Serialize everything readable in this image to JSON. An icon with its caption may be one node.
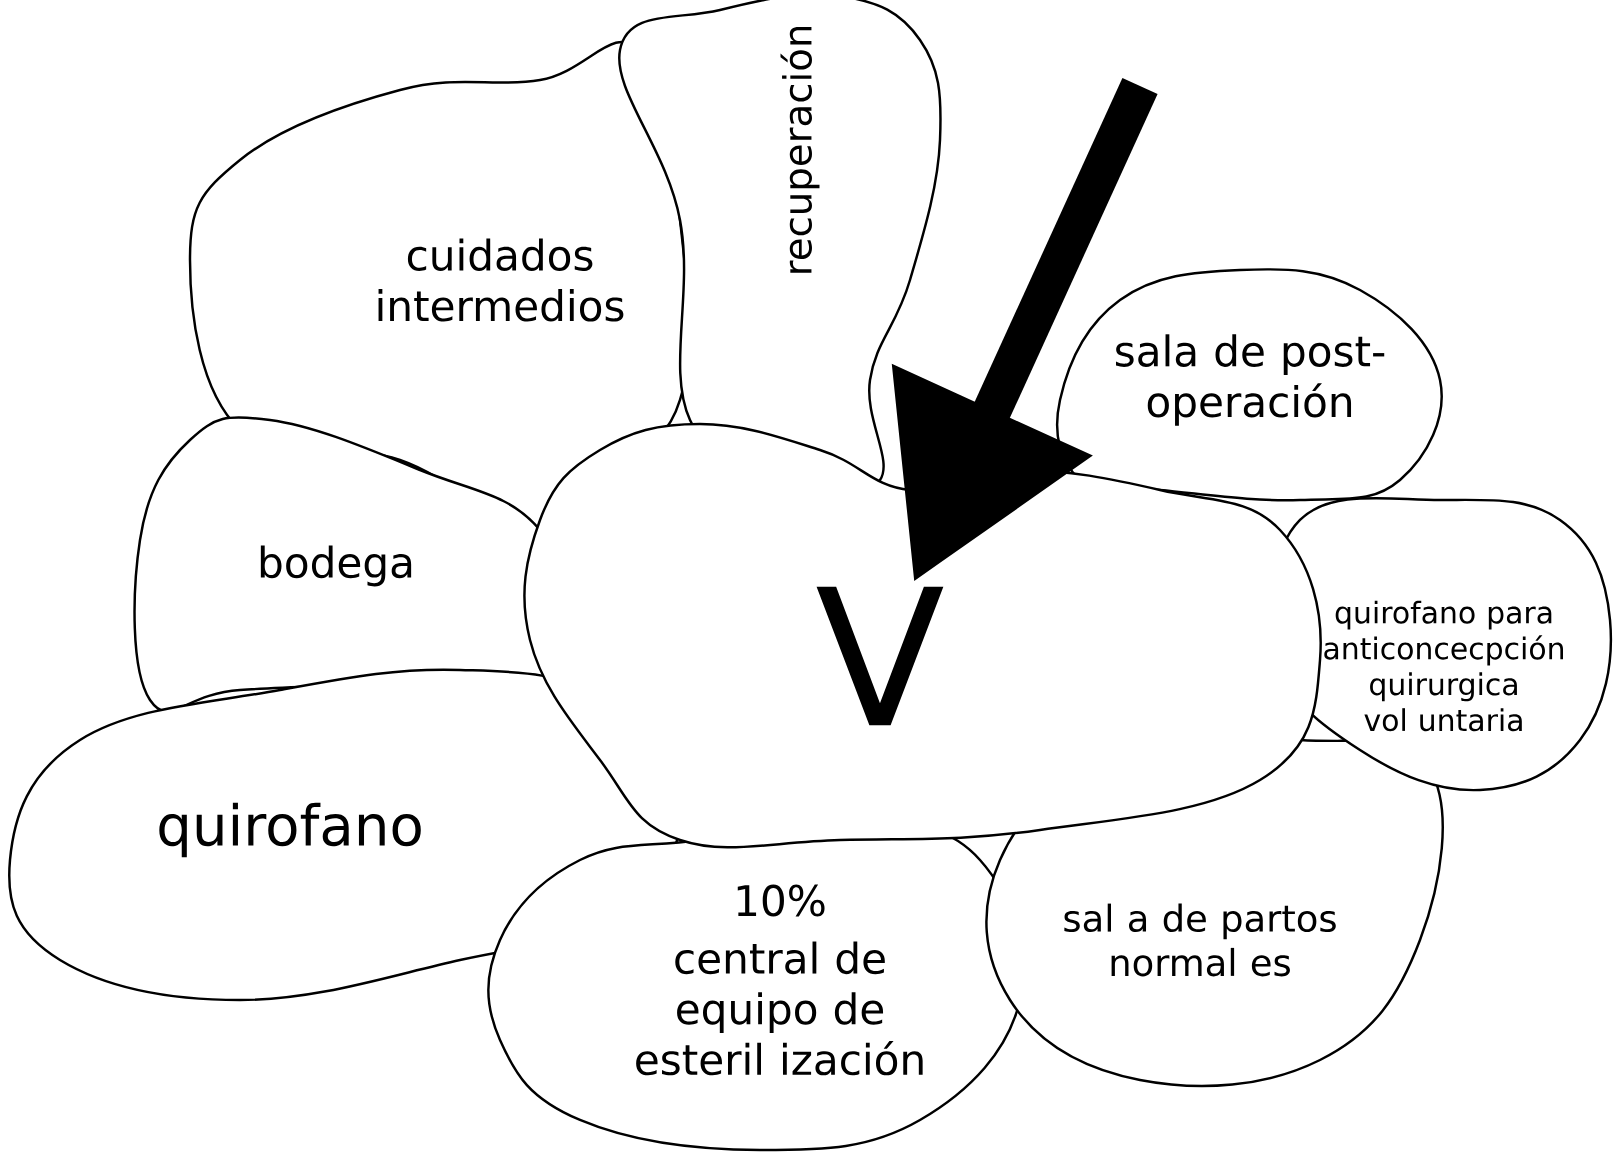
{
  "diagram": {
    "nodes": [
      {
        "text": [
          "cuidados intermedios"
        ]
      },
      {
        "text": [
          "recuperación"
        ]
      },
      {
        "text": [
          "sala de post-operación"
        ]
      },
      {
        "text": [
          "bodega"
        ]
      },
      {
        "text": [
          "V"
        ]
      },
      {
        "text": [
          "quirofano para anticoncecpción quirurgica vol untaria"
        ]
      },
      {
        "text": [
          "quirofano"
        ]
      },
      {
        "text": [
          "10%",
          "central de equipo de esteril ización"
        ]
      },
      {
        "text": [
          "sal a de partos normal es"
        ]
      }
    ],
    "edges": [
      {
        "from": null,
        "to": 4,
        "arrow": "to"
      }
    ]
  }
}
